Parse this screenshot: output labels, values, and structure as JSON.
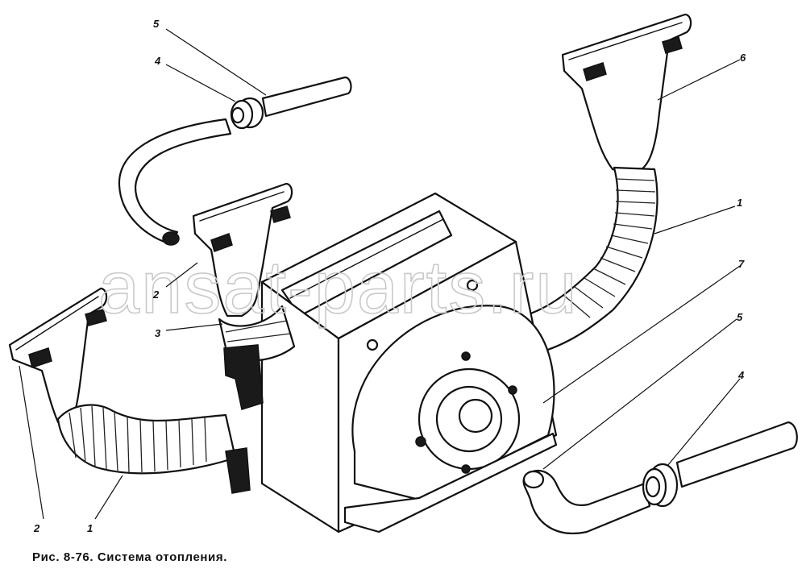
{
  "watermark": "ansat-parts.ru",
  "caption": "Рис. 8-76. Система отопления.",
  "callouts": [
    {
      "id": "c5-top",
      "text": "5"
    },
    {
      "id": "c4-top",
      "text": "4"
    },
    {
      "id": "c6",
      "text": "6"
    },
    {
      "id": "c1-right",
      "text": "1"
    },
    {
      "id": "c7",
      "text": "7"
    },
    {
      "id": "c5-right",
      "text": "5"
    },
    {
      "id": "c4-right",
      "text": "4"
    },
    {
      "id": "c2-mid",
      "text": "2"
    },
    {
      "id": "c3",
      "text": "3"
    },
    {
      "id": "c2-left",
      "text": "2"
    },
    {
      "id": "c1-left",
      "text": "1"
    }
  ]
}
